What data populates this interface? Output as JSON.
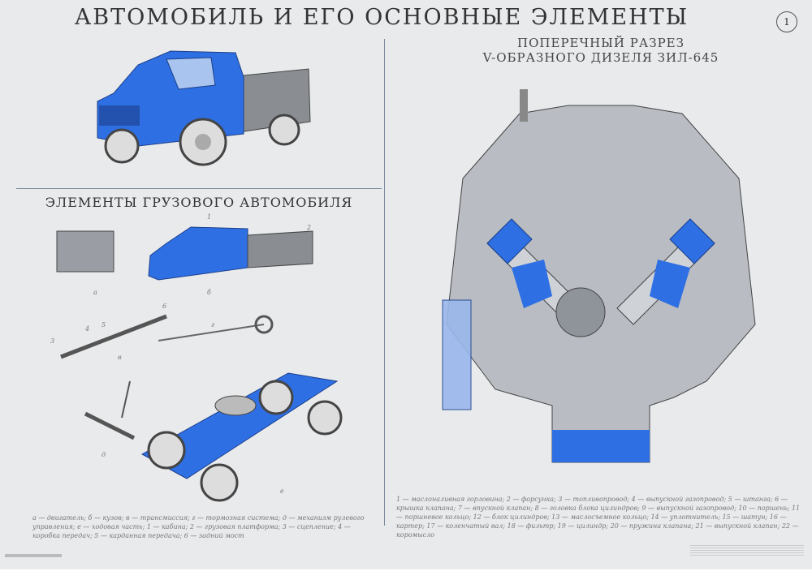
{
  "title": "АВТОМОБИЛЬ И ЕГО ОСНОВНЫЕ ЭЛЕМЕНТЫ",
  "sheet_number": "1",
  "left": {
    "subtitle": "ЭЛЕМЕНТЫ ГРУЗОВОГО АВТОМОБИЛЯ",
    "caption": "а — двигатель; б — кузов; в — трансмиссия; г — тормозная система; д — механизм рулевого управления; е — ходовая часть; 1 — кабина; 2 — грузовая платформа; 3 — сцепление; 4 — коробка передач; 5 — карданная передача; 6 — задний мост",
    "labels": [
      "а",
      "б",
      "в",
      "г",
      "д",
      "е",
      "1",
      "2",
      "3",
      "4",
      "5",
      "6"
    ]
  },
  "right": {
    "title_line1": "ПОПЕРЕЧНЫЙ РАЗРЕЗ",
    "title_line2": "V-ОБРАЗНОГО ДИЗЕЛЯ ЗИЛ-645",
    "caption": "1 — маслоналивная горловина; 2 — форсунка; 3 — топливопровод; 4 — выпускной газопровод; 5 — штанга; 6 — крышка клапана; 7 — впускной клапан; 8 — головка блока цилиндров; 9 — выпускной газопровод; 10 — поршень; 11 — поршневое кольцо; 12 — блок цилиндров; 13 — маслосъемное кольцо; 14 — уплотнитель; 15 — шатун; 16 — картер; 17 — коленчатый вал; 18 — фильтр; 19 — цилиндр; 20 — пружина клапана; 21 — выпускной клапан; 22 — коромысло"
  },
  "colors": {
    "accent": "#2f6fe4",
    "background": "#e9eaec"
  }
}
